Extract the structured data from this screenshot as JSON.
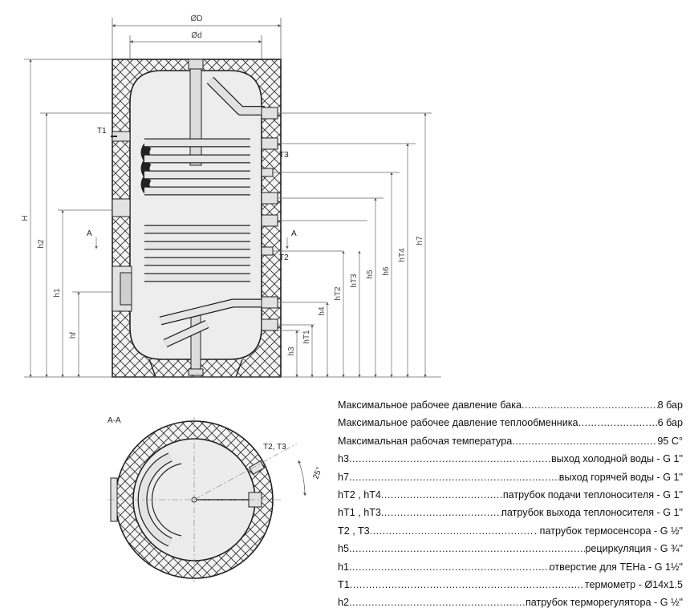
{
  "labels": {
    "outer_diameter": "ØD",
    "inner_diameter": "Ød",
    "height": "H",
    "section": "A",
    "section_view": "A-A",
    "sensor_angle": "25°",
    "sensor_pair": "T2, T3",
    "t1": "T1",
    "t2": "T2",
    "t3": "T3",
    "h1": "h1",
    "h2": "h2",
    "h3": "h3",
    "h4": "h4",
    "h5": "h5",
    "h6": "h6",
    "h7": "h7",
    "hf": "hf",
    "ht1": "hT1",
    "ht2": "hT2",
    "ht3": "hT3",
    "ht4": "hT4"
  },
  "specs": [
    {
      "key": "Максимальное рабочее давление бака",
      "value": "8 бар"
    },
    {
      "key": "Максимальное рабочее давление теплообменника",
      "value": "6 бар"
    },
    {
      "key": "Максимальная рабочая температура",
      "value": "95 С°"
    },
    {
      "key": "h3",
      "value": "выход холодной воды - G 1\""
    },
    {
      "key": "h7",
      "value": "выход горячей воды - G 1\""
    },
    {
      "key": "hT2 , hT4",
      "value": "патрубок подачи теплоносителя - G 1\""
    },
    {
      "key": "hT1 , hT3",
      "value": "патрубок выхода теплоносителя - G 1\""
    },
    {
      "key": "T2 , T3",
      "value": ". патрубок термосенсора - G ½\""
    },
    {
      "key": "h5",
      "value": "рециркуляция - G ¾\""
    },
    {
      "key": "h1",
      "value": "отверстие для ТЕНа - G 1½\""
    },
    {
      "key": "T1",
      "value": "термометр - Ø14x1.5"
    },
    {
      "key": "h2",
      "value": "патрубок терморегулятора - G ½\""
    }
  ]
}
